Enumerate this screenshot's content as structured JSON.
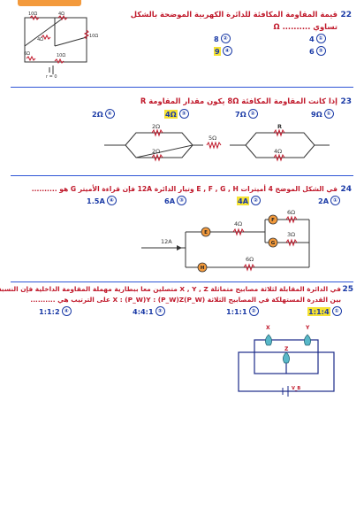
{
  "q22": {
    "number": "22",
    "title": "قيمة المقاومة المكافئة للدائرة الكهربية الموضحة بالشكل",
    "subtitle": "تساوي .......... Ω",
    "circuit": {
      "r1": "10Ω",
      "r2": "4Ω",
      "r3": "4Ω",
      "r4": "10Ω",
      "r5": "6Ω",
      "r6": "10Ω",
      "emf": "r = 0"
    },
    "options": [
      {
        "n": "①",
        "label": "4",
        "selected": false
      },
      {
        "n": "②",
        "label": "8",
        "selected": false
      },
      {
        "n": "③",
        "label": "6",
        "selected": false
      },
      {
        "n": "④",
        "label": "9",
        "selected": true
      }
    ]
  },
  "q23": {
    "number": "23",
    "title": "إذا كانت المقاومة المكافئة 8Ω يكون مقدار المقاومة R",
    "circuit": {
      "top_left": "2Ω",
      "bottom_left": "2Ω",
      "middle": "5Ω",
      "top_right": "R",
      "bottom_right": "4Ω"
    },
    "options": [
      {
        "n": "①",
        "label": "9Ω",
        "selected": false
      },
      {
        "n": "②",
        "label": "7Ω",
        "selected": false
      },
      {
        "n": "③",
        "label": "4Ω",
        "selected": true
      },
      {
        "n": "④",
        "label": "2Ω",
        "selected": false
      }
    ]
  },
  "q24": {
    "number": "24",
    "title": "في الشكل الموضح 4 أميترات E , F , G , H وتيار الدائرة 12A فإن قراءة الأميتر G هو ..........",
    "circuit": {
      "current": "12A",
      "r_top": "4Ω",
      "r_f": "6Ω",
      "r_g": "3Ω",
      "r_bottom": "6Ω",
      "e": "E",
      "f": "F",
      "g": "G",
      "h": "H"
    },
    "options": [
      {
        "n": "①",
        "label": "2A",
        "selected": false
      },
      {
        "n": "②",
        "label": "4A",
        "selected": true
      },
      {
        "n": "③",
        "label": "6A",
        "selected": false
      },
      {
        "n": "④",
        "label": "1.5A",
        "selected": false
      }
    ]
  },
  "q25": {
    "number": "25",
    "title_line1": "في الدائرة المقابلة لثلاثة مصابيح متماثلة X , Y , Z متصلين معا ببطارية مهملة المقاومة الداخلية فإن النسبة",
    "title_line2": "بين القدرة المستهلكة في المصابيح الثلاثة (P_W)X : (P_W)Y : (P_W)Z على الترتيب هي ..........",
    "circuit": {
      "x": "X",
      "y": "Y",
      "z": "Z",
      "battery": "V_B"
    },
    "options": [
      {
        "n": "①",
        "label": "1:1:4",
        "selected": true
      },
      {
        "n": "②",
        "label": "1:1:1",
        "selected": false
      },
      {
        "n": "③",
        "label": "4:4:1",
        "selected": false
      },
      {
        "n": "④",
        "label": "1:1:2",
        "selected": false
      }
    ]
  },
  "colors": {
    "question": "#c0182a",
    "options": "#1a3aa6",
    "highlight": "#f5e233",
    "divider": "#2f56d6",
    "lamp": "#58b8c8"
  }
}
